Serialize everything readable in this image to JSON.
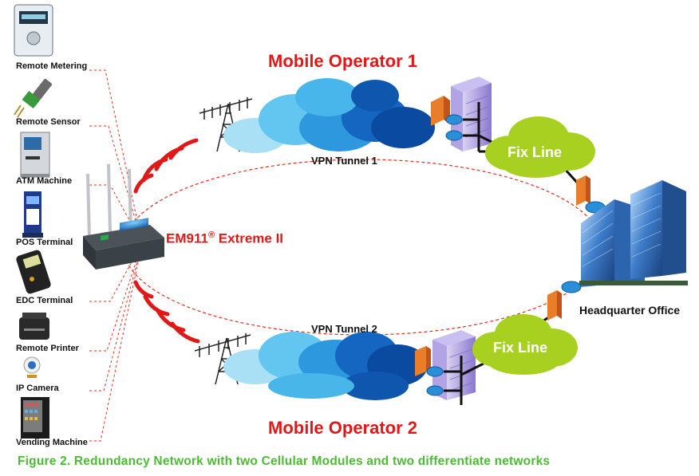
{
  "devices": [
    {
      "label": "Remote Metering",
      "icon": "meter-icon"
    },
    {
      "label": "Remote Sensor",
      "icon": "sensor-icon"
    },
    {
      "label": "ATM Machine",
      "icon": "atm-icon"
    },
    {
      "label": "POS Terminal",
      "icon": "pos-terminal-icon"
    },
    {
      "label": "EDC Terminal",
      "icon": "edc-terminal-icon"
    },
    {
      "label": "Remote Printer",
      "icon": "printer-icon"
    },
    {
      "label": "IP Camera",
      "icon": "ip-camera-icon"
    },
    {
      "label": "Vending Machine",
      "icon": "vending-machine-icon"
    }
  ],
  "router": {
    "name": "EM911",
    "mark": "®",
    "model": " Extreme II"
  },
  "operators": {
    "top": "Mobile Operator 1",
    "bottom": "Mobile Operator 2"
  },
  "tunnels": {
    "top": "VPN Tunnel 1",
    "bottom": "VPN Tunnel 2"
  },
  "fixline": {
    "top": "Fix Line",
    "bottom": "Fix Line"
  },
  "hq": {
    "label": "Headquarter Office"
  },
  "caption": "Figure 2. Redundancy Network with two Cellular Modules and two differentiate networks",
  "colors": {
    "accent_red": "#e01818",
    "caption_green": "#4cbb34",
    "fixline_green": "#a8d020",
    "cloud_light": "#7fd0f0",
    "cloud_dark": "#0a4aa0",
    "server_purple": "#9f8fd8"
  }
}
